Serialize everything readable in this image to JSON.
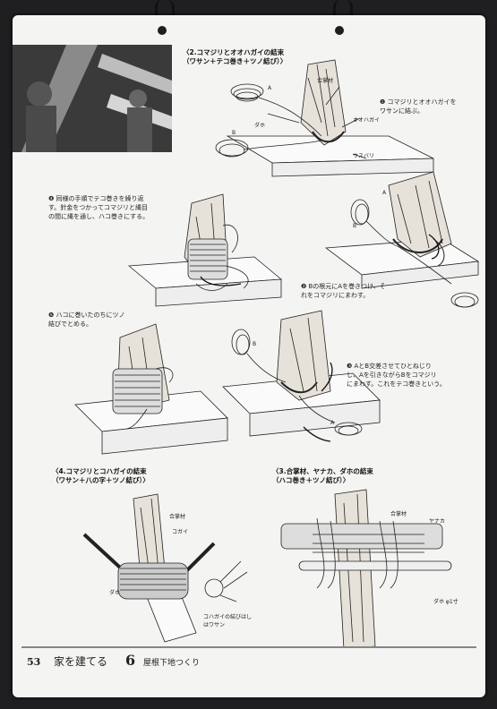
{
  "page": {
    "section2_title": "〈2.コマジリとオオハガイの結束\n（ワサン＋テコ巻き＋ツノ結び）〉",
    "step1": "❶ コマジリとオオハガイを\nワサンに結ぶ。",
    "step2": "❷ Bの根元にAを巻きつけ、そ\nれをコマジリにまわす。",
    "step3": "❸ AとB交差させてひとねじり\nし、Aを引きながらBをコマジリ\nにまわす。これをテコ巻きという。",
    "step4": "❹ 同様の手順でテコ巻きを繰り返\nす。針金をつかってコマジリと縄目\nの間に縄を通し、ハコ巻きにする。",
    "step5": "❺ ハコに巻いたのちにツノ\n結びでとめる。",
    "section4_title": "〈4.コマジリとコハガイの結束\n（ワサン＋八の字＋ツノ結び）〉",
    "section3_title": "〈3.合掌材、ヤナカ、ダホの結束\n（ハコ巻き＋ツノ結び）〉",
    "labels": {
      "gassho": "合掌材",
      "oohagai": "オオハガイ",
      "daho": "ダホ",
      "usubari": "ウスバリ",
      "a": "A",
      "b": "B",
      "kohagai": "コガイ",
      "kohagai_note": "コハガイの結びはし\nはワサン",
      "yanaka": "ヤナカ",
      "daho_size": "ダホ φ1寸"
    }
  },
  "footer": {
    "page_number": "53",
    "book_title": "家を建てる",
    "chapter_number": "6",
    "chapter_title": "屋根下地つくり"
  }
}
